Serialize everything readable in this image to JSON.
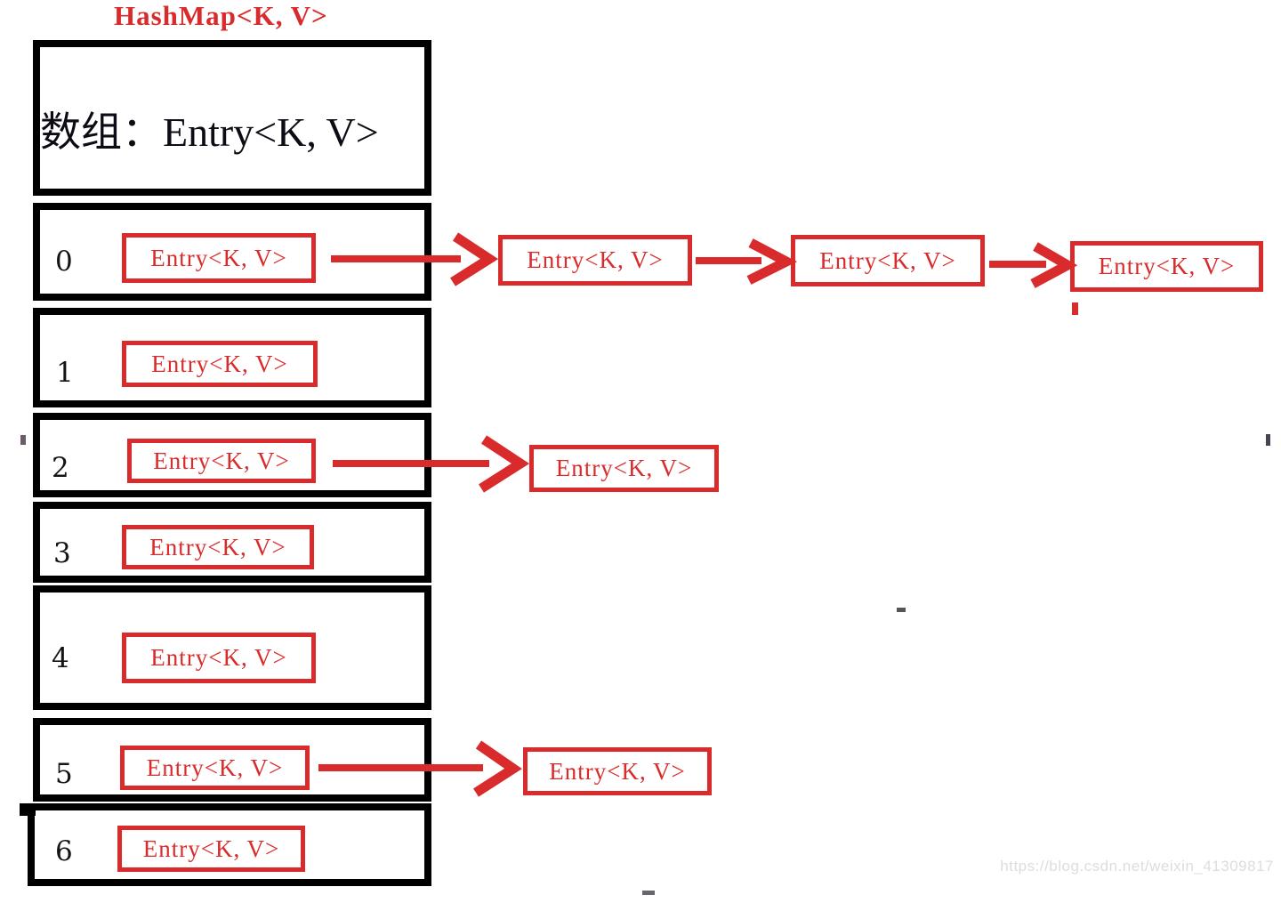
{
  "page": {
    "title": "HashMap<K, V>"
  },
  "array": {
    "header_label": "数组：Entry<K, V>",
    "rows": [
      {
        "index": "0",
        "entry": "Entry<K, V>",
        "chain": [
          "Entry<K, V>",
          "Entry<K, V>",
          "Entry<K, V>"
        ]
      },
      {
        "index": "1",
        "entry": "Entry<K, V>",
        "chain": []
      },
      {
        "index": "2",
        "entry": "Entry<K, V>",
        "chain": [
          "Entry<K, V>"
        ]
      },
      {
        "index": "3",
        "entry": "Entry<K, V>",
        "chain": []
      },
      {
        "index": "4",
        "entry": "Entry<K, V>",
        "chain": []
      },
      {
        "index": "5",
        "entry": "Entry<K, V>",
        "chain": [
          "Entry<K, V>"
        ]
      },
      {
        "index": "6",
        "entry": "Entry<K, V>",
        "chain": []
      }
    ]
  },
  "watermark": "https://blog.csdn.net/weixin_41309817",
  "colors": {
    "accent_red": "#d92b2b",
    "box_border_black": "#000000",
    "watermark_gray": "#dddde1"
  }
}
